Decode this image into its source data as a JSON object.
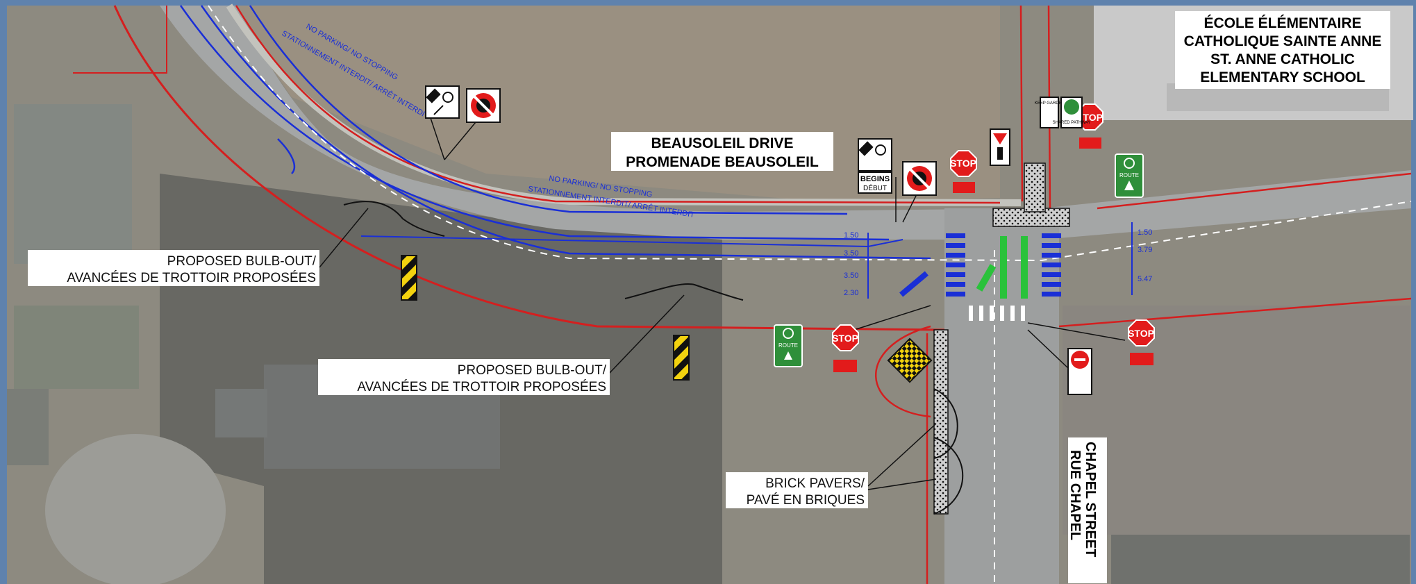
{
  "labels": {
    "school": [
      "ÉCOLE ÉLÉMENTAIRE",
      "CATHOLIQUE SAINTE ANNE",
      "ST. ANNE CATHOLIC",
      "ELEMENTARY SCHOOL"
    ],
    "street": [
      "BEAUSOLEIL DRIVE",
      "PROMENADE BEAUSOLEIL"
    ],
    "bulbout_left": [
      "PROPOSED BULB-OUT/",
      "AVANCÉES DE TROTTOIR PROPOSÉES"
    ],
    "bulbout_center": [
      "PROPOSED BULB-OUT/",
      "AVANCÉES DE TROTTOIR PROPOSÉES"
    ],
    "pavers": [
      "BRICK PAVERS/",
      "PAVÉ EN BRIQUES"
    ],
    "chapel": [
      "CHAPEL STREET",
      "RUE CHAPEL"
    ]
  },
  "markings": {
    "no_parking_top": "NO PARKING/ NO STOPPING",
    "stationnement_top": "STATIONNEMENT INTERDIT/ ARRÊT INTERDIT",
    "no_parking_mid": "NO PARKING/ NO STOPPING",
    "stationnement_mid": "STATIONNEMENT INTERDIT/ ARRÊT INTERDIT"
  },
  "dimensions": {
    "left": [
      "1.50",
      "3.50",
      "3.50",
      "2.30"
    ],
    "right": [
      "1.50",
      "3.79",
      "5.47"
    ]
  },
  "signs": {
    "stop": "STOP",
    "begins": "BEGINS",
    "debut": "DÉBUT",
    "route": "ROUTE",
    "shared": "SHARED PATHWAY",
    "keep": "KEEP GARDEZ"
  },
  "colors": {
    "bike_lane": "#1a2fd6",
    "property_line": "#d41f1f",
    "stop_sign": "#e21b1b",
    "route_sign": "#2f8f3a",
    "hazard_yellow": "#f2d20f"
  }
}
